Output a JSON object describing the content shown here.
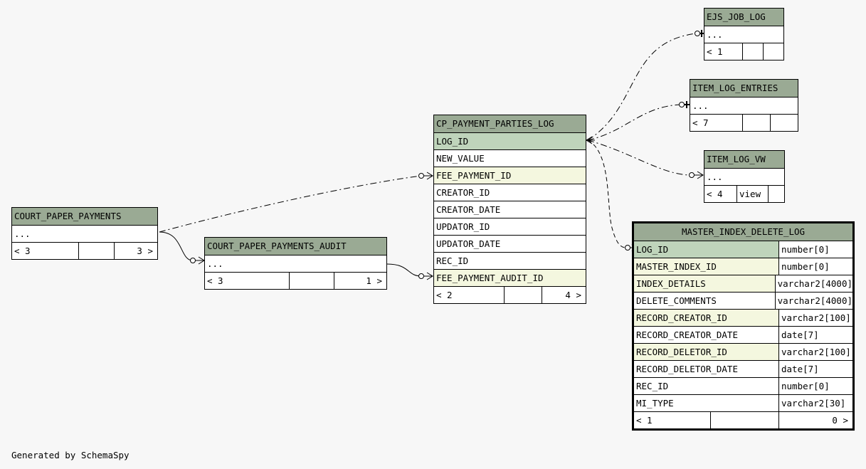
{
  "tables": {
    "court_paper_payments": {
      "name": "COURT_PAPER_PAYMENTS",
      "rows": [
        "..."
      ],
      "footer": [
        "< 3",
        "",
        "3 >"
      ]
    },
    "court_paper_payments_audit": {
      "name": "COURT_PAPER_PAYMENTS_AUDIT",
      "rows": [
        "..."
      ],
      "footer": [
        "< 3",
        "",
        "1 >"
      ]
    },
    "cp_payment_parties_log": {
      "name": "CP_PAYMENT_PARTIES_LOG",
      "rows": [
        "LOG_ID",
        "NEW_VALUE",
        "FEE_PAYMENT_ID",
        "CREATOR_ID",
        "CREATOR_DATE",
        "UPDATOR_ID",
        "UPDATOR_DATE",
        "REC_ID",
        "FEE_PAYMENT_AUDIT_ID"
      ],
      "footer": [
        "< 2",
        "",
        "4 >"
      ]
    },
    "ejs_job_log": {
      "name": "EJS_JOB_LOG",
      "rows": [
        "..."
      ],
      "footer": [
        "< 1",
        "",
        ""
      ]
    },
    "item_log_entries": {
      "name": "ITEM_LOG_ENTRIES",
      "rows": [
        "..."
      ],
      "footer": [
        "< 7",
        "",
        ""
      ]
    },
    "item_log_vw": {
      "name": "ITEM_LOG_VW",
      "rows": [
        "..."
      ],
      "footer": [
        "< 4",
        "view",
        ""
      ]
    },
    "master_index_delete_log": {
      "name": "MASTER_INDEX_DELETE_LOG",
      "columns": [
        {
          "name": "LOG_ID",
          "type": "number[0]"
        },
        {
          "name": "MASTER_INDEX_ID",
          "type": "number[0]"
        },
        {
          "name": "INDEX_DETAILS",
          "type": "varchar2[4000]"
        },
        {
          "name": "DELETE_COMMENTS",
          "type": "varchar2[4000]"
        },
        {
          "name": "RECORD_CREATOR_ID",
          "type": "varchar2[100]"
        },
        {
          "name": "RECORD_CREATOR_DATE",
          "type": "date[7]"
        },
        {
          "name": "RECORD_DELETOR_ID",
          "type": "varchar2[100]"
        },
        {
          "name": "RECORD_DELETOR_DATE",
          "type": "date[7]"
        },
        {
          "name": "REC_ID",
          "type": "number[0]"
        },
        {
          "name": "MI_TYPE",
          "type": "varchar2[30]"
        }
      ],
      "footer": [
        "< 1",
        "",
        "0 >"
      ]
    }
  },
  "generated_by": "Generated by SchemaSpy",
  "colors": {
    "header": "#9aaa94",
    "primary_key": "#bfd4bb",
    "foreign_key": "#f4f7df",
    "background": "#f7f7f7"
  }
}
